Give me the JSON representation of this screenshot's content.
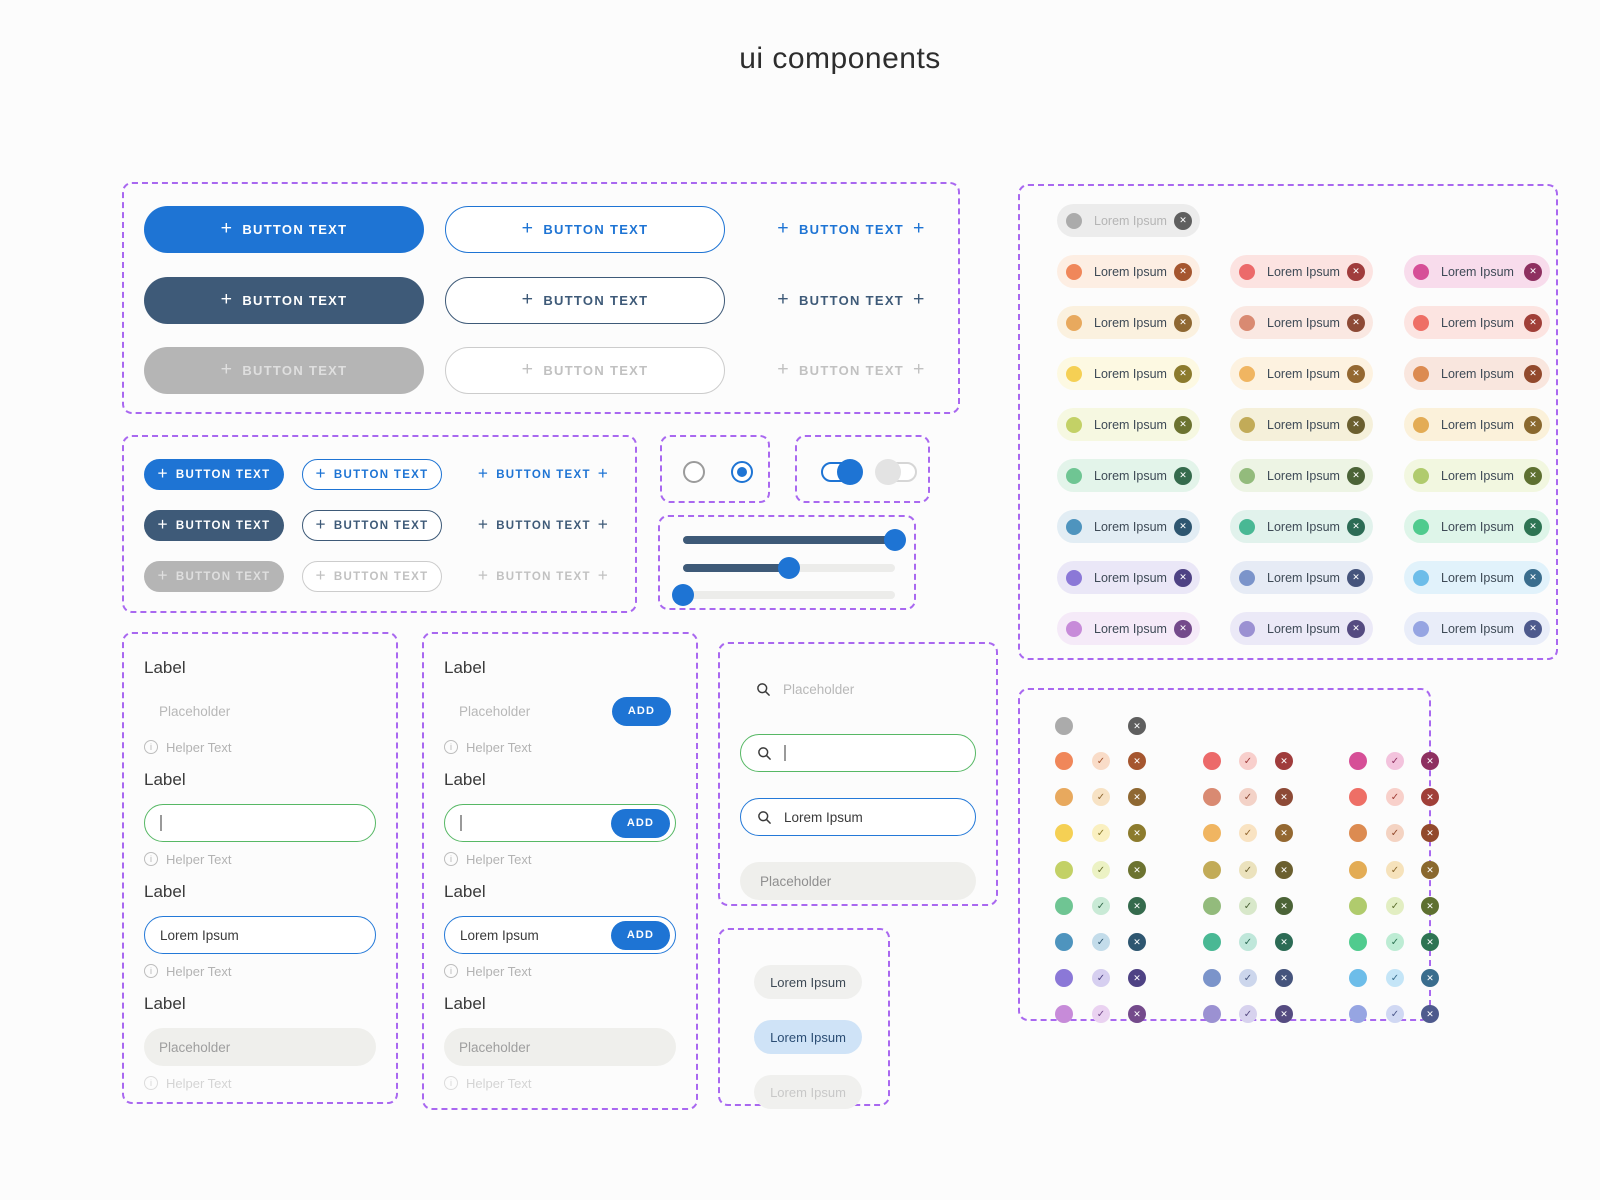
{
  "title": "ui components",
  "labels": {
    "button": "BUTTON TEXT",
    "add": "ADD",
    "chip": "Lorem Ipsum",
    "field_label": "Label",
    "placeholder": "Placeholder",
    "helper": "Helper Text",
    "value": "Lorem Ipsum",
    "plus": "+",
    "check": "✓",
    "close": "✕",
    "info": "i"
  },
  "accents": {
    "primary_blue": "#1e74d4",
    "secondary_navy": "#3e5a78",
    "disabled_gray": "#b5b5b5",
    "focus_green": "#57b865",
    "filled_blue": "#2479d8",
    "dashed_purple": "#a968f0",
    "chip_text": "#3e4a56",
    "slider_track": "#3e5a78",
    "slider_rest": "#ececea"
  },
  "buttons": {
    "styles": [
      "filled",
      "outlined",
      "textonly"
    ],
    "rows": [
      {
        "name": "primary",
        "fill_bg": "#1e74d4",
        "fill_text": "#ffffff",
        "line": "#1e74d4",
        "text": "#1e74d4",
        "enabled": true
      },
      {
        "name": "secondary",
        "fill_bg": "#3e5a78",
        "fill_text": "#ffffff",
        "line": "#3e5a78",
        "text": "#3e5a78",
        "enabled": true
      },
      {
        "name": "disabled",
        "fill_bg": "#b5b5b5",
        "fill_text": "#dfdfdf",
        "line": "#cccccc",
        "text": "#c1c1c1",
        "enabled": false
      }
    ]
  },
  "controls": {
    "radios": [
      {
        "state": "off"
      },
      {
        "state": "on"
      }
    ],
    "toggles": [
      {
        "state": "on"
      },
      {
        "state": "off"
      }
    ],
    "sliders": [
      {
        "percent": 100
      },
      {
        "percent": 50
      },
      {
        "percent": 0
      }
    ]
  },
  "palette": {
    "neutral": {
      "main": "#ababab",
      "tint": "#ececec",
      "dark": "#5f5f5f",
      "text": "#b5b5b5"
    },
    "rows": [
      [
        {
          "main": "#f0875a",
          "tint": "#fdeee3",
          "light": "#f9dcc8",
          "dark": "#a5562f"
        },
        {
          "main": "#ec6a6a",
          "tint": "#fce3e1",
          "light": "#f8cfcc",
          "dark": "#a03c3c"
        },
        {
          "main": "#d64f97",
          "tint": "#f8dcec",
          "light": "#f3c3dd",
          "dark": "#8e3060"
        }
      ],
      [
        {
          "main": "#e8a95e",
          "tint": "#fbf1df",
          "light": "#f7e2c4",
          "dark": "#8f6832"
        },
        {
          "main": "#d98a72",
          "tint": "#fae8e2",
          "light": "#f3d2c7",
          "dark": "#8d4a36"
        },
        {
          "main": "#ee6f66",
          "tint": "#fce4e1",
          "light": "#f8d0ca",
          "dark": "#a03f38"
        }
      ],
      [
        {
          "main": "#f5d054",
          "tint": "#fdf9e2",
          "light": "#faf0c0",
          "dark": "#8c7b2d"
        },
        {
          "main": "#f0b561",
          "tint": "#fdf2e0",
          "light": "#f9e3c2",
          "dark": "#946831"
        },
        {
          "main": "#dc8b51",
          "tint": "#f9e6de",
          "light": "#f4d3c2",
          "dark": "#92492c"
        }
      ],
      [
        {
          "main": "#c3d166",
          "tint": "#f6f8e1",
          "light": "#ecf2c4",
          "dark": "#6c7330"
        },
        {
          "main": "#c2ab58",
          "tint": "#f5f0da",
          "light": "#ebe2bd",
          "dark": "#6b5f2f"
        },
        {
          "main": "#e3ac55",
          "tint": "#fbf1da",
          "light": "#f6e2bb",
          "dark": "#8a682e"
        }
      ],
      [
        {
          "main": "#6fc593",
          "tint": "#e3f4ea",
          "light": "#c9ead6",
          "dark": "#356b4d"
        },
        {
          "main": "#93bb7c",
          "tint": "#edf4e4",
          "light": "#d8e8ca",
          "dark": "#4b6337"
        },
        {
          "main": "#b0cb6d",
          "tint": "#f2f7e0",
          "light": "#e2eec2",
          "dark": "#5e7030"
        }
      ],
      [
        {
          "main": "#4e94be",
          "tint": "#e2edf4",
          "light": "#c3dcea",
          "dark": "#2e5670"
        },
        {
          "main": "#49b894",
          "tint": "#e1f2ec",
          "light": "#bfe7da",
          "dark": "#2c6b55"
        },
        {
          "main": "#50cb8e",
          "tint": "#def5e9",
          "light": "#bdecd4",
          "dark": "#2e7453"
        }
      ],
      [
        {
          "main": "#8b78d7",
          "tint": "#eae7f7",
          "light": "#d6cff0",
          "dark": "#4e4284"
        },
        {
          "main": "#7b94ca",
          "tint": "#e6ebf5",
          "light": "#ccd6ec",
          "dark": "#45547c"
        },
        {
          "main": "#6dbde9",
          "tint": "#e1f2fb",
          "light": "#c4e5f7",
          "dark": "#3a6d8d"
        }
      ],
      [
        {
          "main": "#c78bd9",
          "tint": "#f5eaf8",
          "light": "#ead2f1",
          "dark": "#744a8b"
        },
        {
          "main": "#9b91d2",
          "tint": "#ebe9f7",
          "light": "#d7d2ee",
          "dark": "#554b81"
        },
        {
          "main": "#96a5e2",
          "tint": "#e9edf9",
          "light": "#d0d8f3",
          "dark": "#4e5a8d"
        }
      ]
    ]
  },
  "form": {
    "states": [
      "placeholder",
      "focused",
      "filled",
      "disabled"
    ]
  },
  "search": {
    "states": [
      "placeholder",
      "focused",
      "filled",
      "disabled"
    ]
  },
  "list": {
    "items": [
      {
        "label": "Lorem Ipsum",
        "state": "default"
      },
      {
        "label": "Lorem Ipsum",
        "state": "selected"
      },
      {
        "label": "Lorem Ipsum",
        "state": "disabled"
      }
    ]
  }
}
